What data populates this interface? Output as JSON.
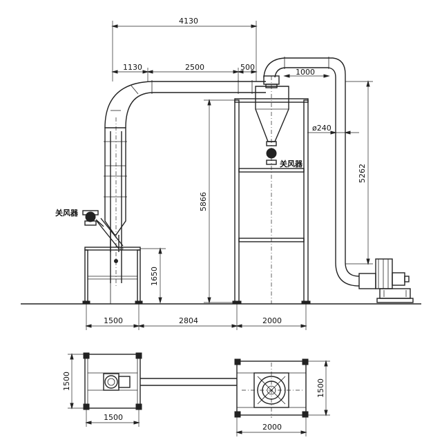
{
  "labels": {
    "rotary_valve_left": "关风器",
    "rotary_valve_right": "关风器",
    "pipe_diameter": "ø240"
  },
  "dimensions": {
    "overall_top_width": "4130",
    "seg_1130": "1130",
    "seg_2500": "2500",
    "seg_500": "500",
    "seg_1000": "1000",
    "height_5262": "5262",
    "height_5866": "5866",
    "height_1650": "1650",
    "elev_frame_left_width": "1500",
    "elev_gap": "2804",
    "elev_frame_right_width": "2000",
    "plan_left_depth": "1500",
    "plan_left_width": "1500",
    "plan_right_depth": "1500",
    "plan_right_width": "2000"
  }
}
